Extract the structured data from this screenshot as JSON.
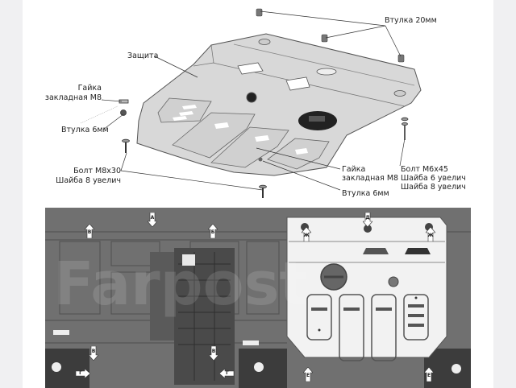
{
  "diagram": {
    "title": "Skid plate installation scheme",
    "labels": {
      "bushing_20": "Втулка 20мм",
      "shield": "Защита",
      "nut_m8_line1": "Гайка",
      "nut_m8_line2": "закладная М8",
      "bushing_6_left": "Втулка 6мм",
      "bolt_m8_line1": "Болт М8х30",
      "bolt_m8_line2": "Шайба 8 увелич",
      "nut_m8_right_line1": "Гайка",
      "nut_m8_right_line2": "закладная М8",
      "bushing_6_right": "Втулка 6мм",
      "bolt_m6_line1": "Болт М6х45",
      "bolt_m6_line2": "Шайба 6 увелич",
      "bolt_m6_line3": "Шайба 8 увелич"
    }
  },
  "photo": {
    "description": "Underbody photo with mounting point markers",
    "watermark": "Farpost",
    "markers": [
      {
        "letter": "В",
        "direction": "up"
      },
      {
        "letter": "А",
        "direction": "down"
      },
      {
        "letter": "Б",
        "direction": "up"
      },
      {
        "letter": "Ж",
        "direction": "up"
      },
      {
        "letter": "Д",
        "direction": "down"
      },
      {
        "letter": "Ж",
        "direction": "up"
      },
      {
        "letter": "В",
        "direction": "down"
      },
      {
        "letter": "Г",
        "direction": "right"
      },
      {
        "letter": "В",
        "direction": "down"
      },
      {
        "letter": "Г",
        "direction": "left"
      },
      {
        "letter": "Е",
        "direction": "up"
      },
      {
        "letter": "Е",
        "direction": "up"
      }
    ]
  },
  "colors": {
    "frame": "#f0f0f2",
    "plate_fill": "#d6d6d6",
    "photo_bg": "#6e6e6e",
    "plate_photo": "#f2f2f2"
  }
}
